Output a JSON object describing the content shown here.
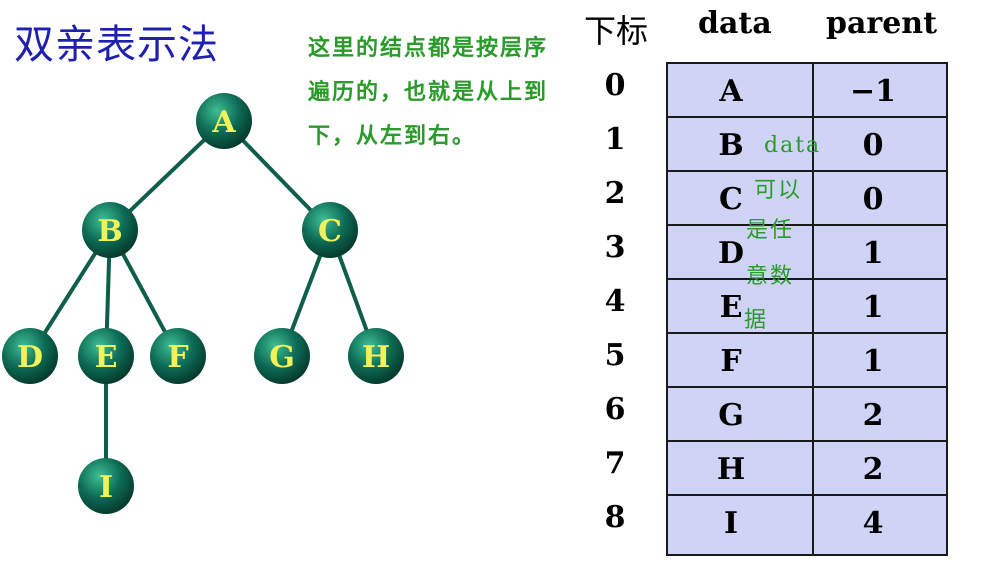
{
  "title": "双亲表示法",
  "note": "这里的结点都是按层序遍历的，也就是从上到下，从左到右。",
  "headers": {
    "index": "下标",
    "data": "data",
    "parent": "parent"
  },
  "rows": [
    {
      "index": "0",
      "data": "A",
      "parent": "−1"
    },
    {
      "index": "1",
      "data": "B",
      "parent": "0"
    },
    {
      "index": "2",
      "data": "C",
      "parent": "0"
    },
    {
      "index": "3",
      "data": "D",
      "parent": "1"
    },
    {
      "index": "4",
      "data": "E",
      "parent": "1"
    },
    {
      "index": "5",
      "data": "F",
      "parent": "1"
    },
    {
      "index": "6",
      "data": "G",
      "parent": "2"
    },
    {
      "index": "7",
      "data": "H",
      "parent": "2"
    },
    {
      "index": "8",
      "data": "I",
      "parent": "4"
    }
  ],
  "overlay_note": [
    "data",
    "可以",
    "是任",
    "意数",
    "据"
  ],
  "tree": {
    "nodes": [
      "A",
      "B",
      "C",
      "D",
      "E",
      "F",
      "G",
      "H",
      "I"
    ],
    "edges": [
      [
        "A",
        "B"
      ],
      [
        "A",
        "C"
      ],
      [
        "B",
        "D"
      ],
      [
        "B",
        "E"
      ],
      [
        "B",
        "F"
      ],
      [
        "C",
        "G"
      ],
      [
        "C",
        "H"
      ],
      [
        "E",
        "I"
      ]
    ]
  },
  "colors": {
    "title": "#1f1fb0",
    "note": "#2a9a2a",
    "node": "#0d6b55",
    "node_label": "#f2f25a",
    "table_bg": "#cfd4f6"
  }
}
